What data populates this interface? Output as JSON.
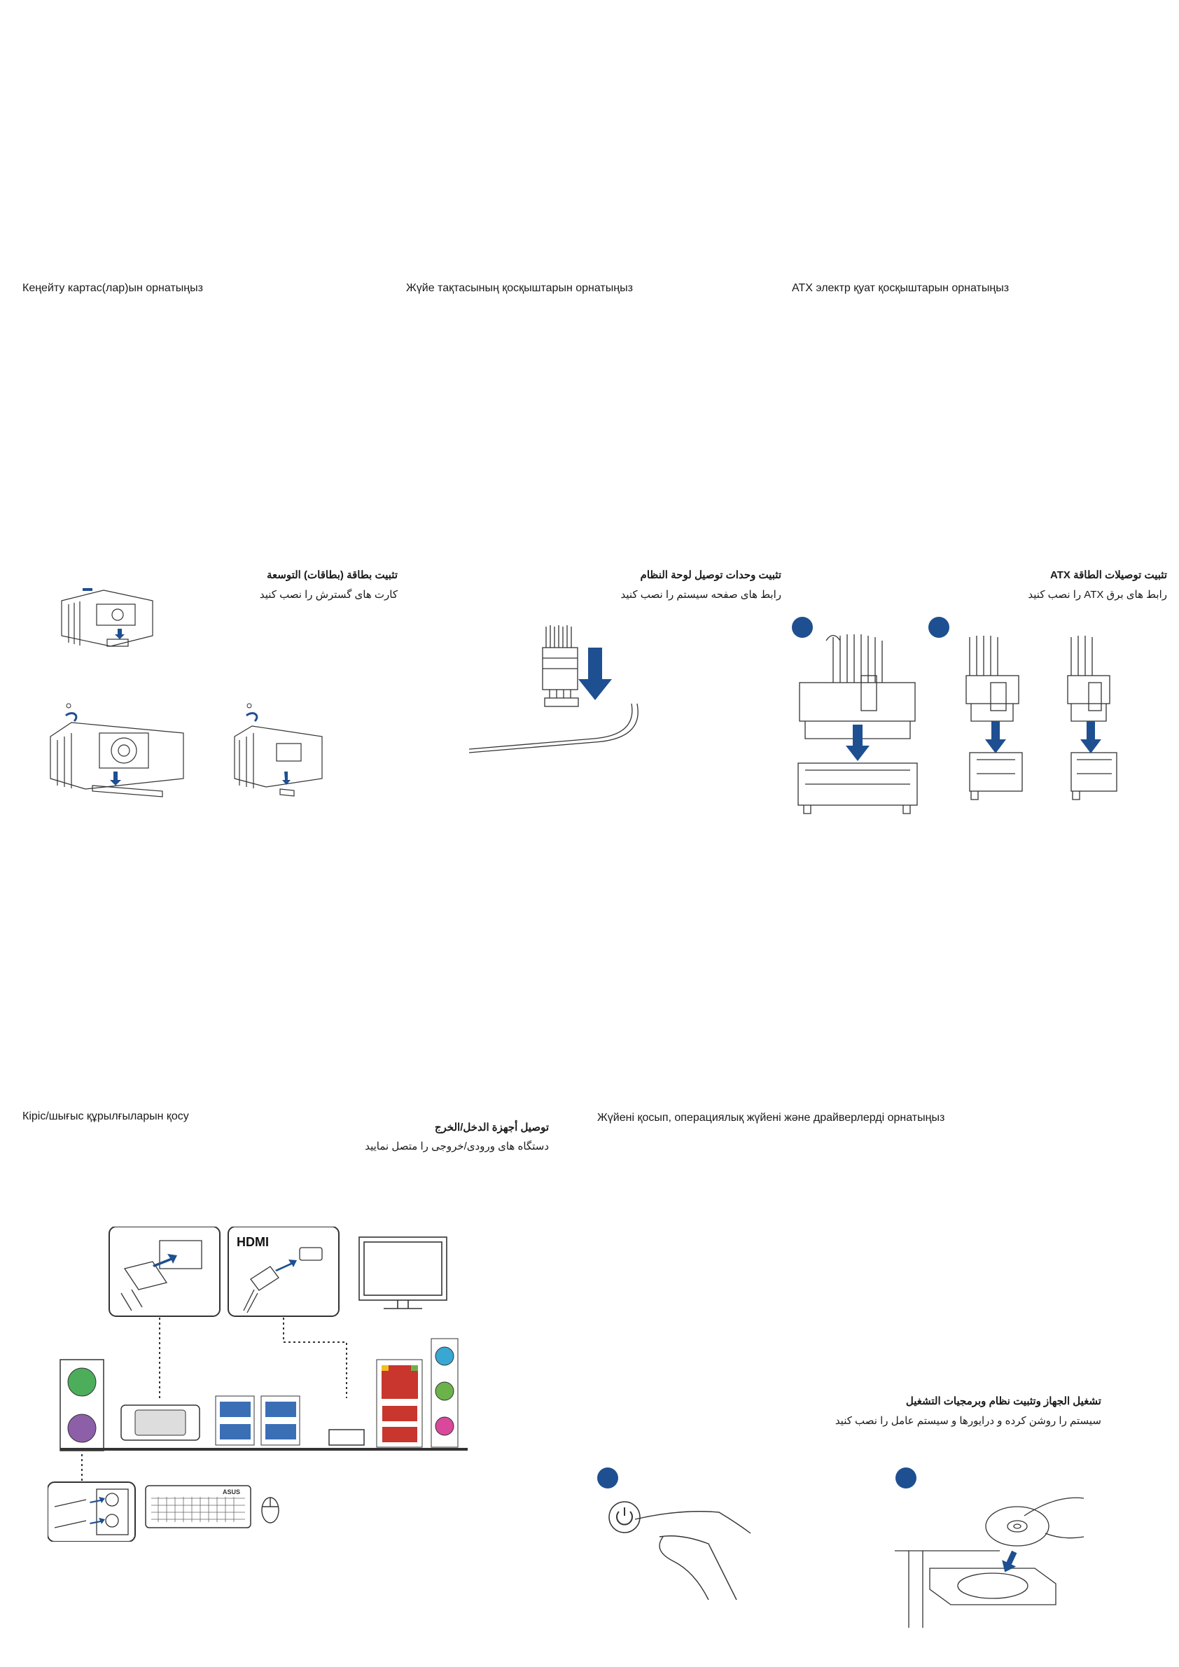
{
  "sections": {
    "expansion": {
      "kz": "Кеңейту картас(лар)ын орнатыңыз",
      "ar": "تثبيت بطاقة (بطاقات) التوسعة",
      "fa": "کارت های گسترش را نصب کنید"
    },
    "panel": {
      "kz": "Жүйе тақтасының қосқыштарын орнатыңыз",
      "ar": "تثبيت وحدات توصيل لوحة النظام",
      "fa": "رابط های صفحه سیستم را نصب کنید"
    },
    "atx": {
      "kz": "ATX электр қуат қосқыштарын орнатыңыз",
      "ar": "تثبيت توصيلات الطاقة ATX",
      "fa": "رابط های برق ATX را نصب کنید"
    },
    "io": {
      "kz": "Кіріс/шығыс құрылғыларын қосу",
      "ar": "توصيل أجهزة الدخل/الخرج",
      "fa": "دستگاه های ورودی/خروجی را متصل نمایید",
      "hdmi_logo": "HDMI",
      "brand_logo": "ASUS"
    },
    "power": {
      "kz": "Жүйені қосып, операциялық жүйені және драйверлерді орнатыңыз",
      "ar": "تشغيل الجهاز وتثبيت نظام وبرمجيات التشغيل",
      "fa": "سیستم را روشن کرده و درایورها و سیستم عامل را نصب کنید"
    }
  },
  "colors": {
    "accent_blue": "#1e4f91",
    "ps2_green": "#4cae5a",
    "ps2_purple": "#8d5fa8",
    "lan_red": "#c8362e",
    "audio_blue": "#39a7d3",
    "audio_green": "#6cb24a",
    "audio_pink": "#d9489a",
    "line": "#333333"
  }
}
